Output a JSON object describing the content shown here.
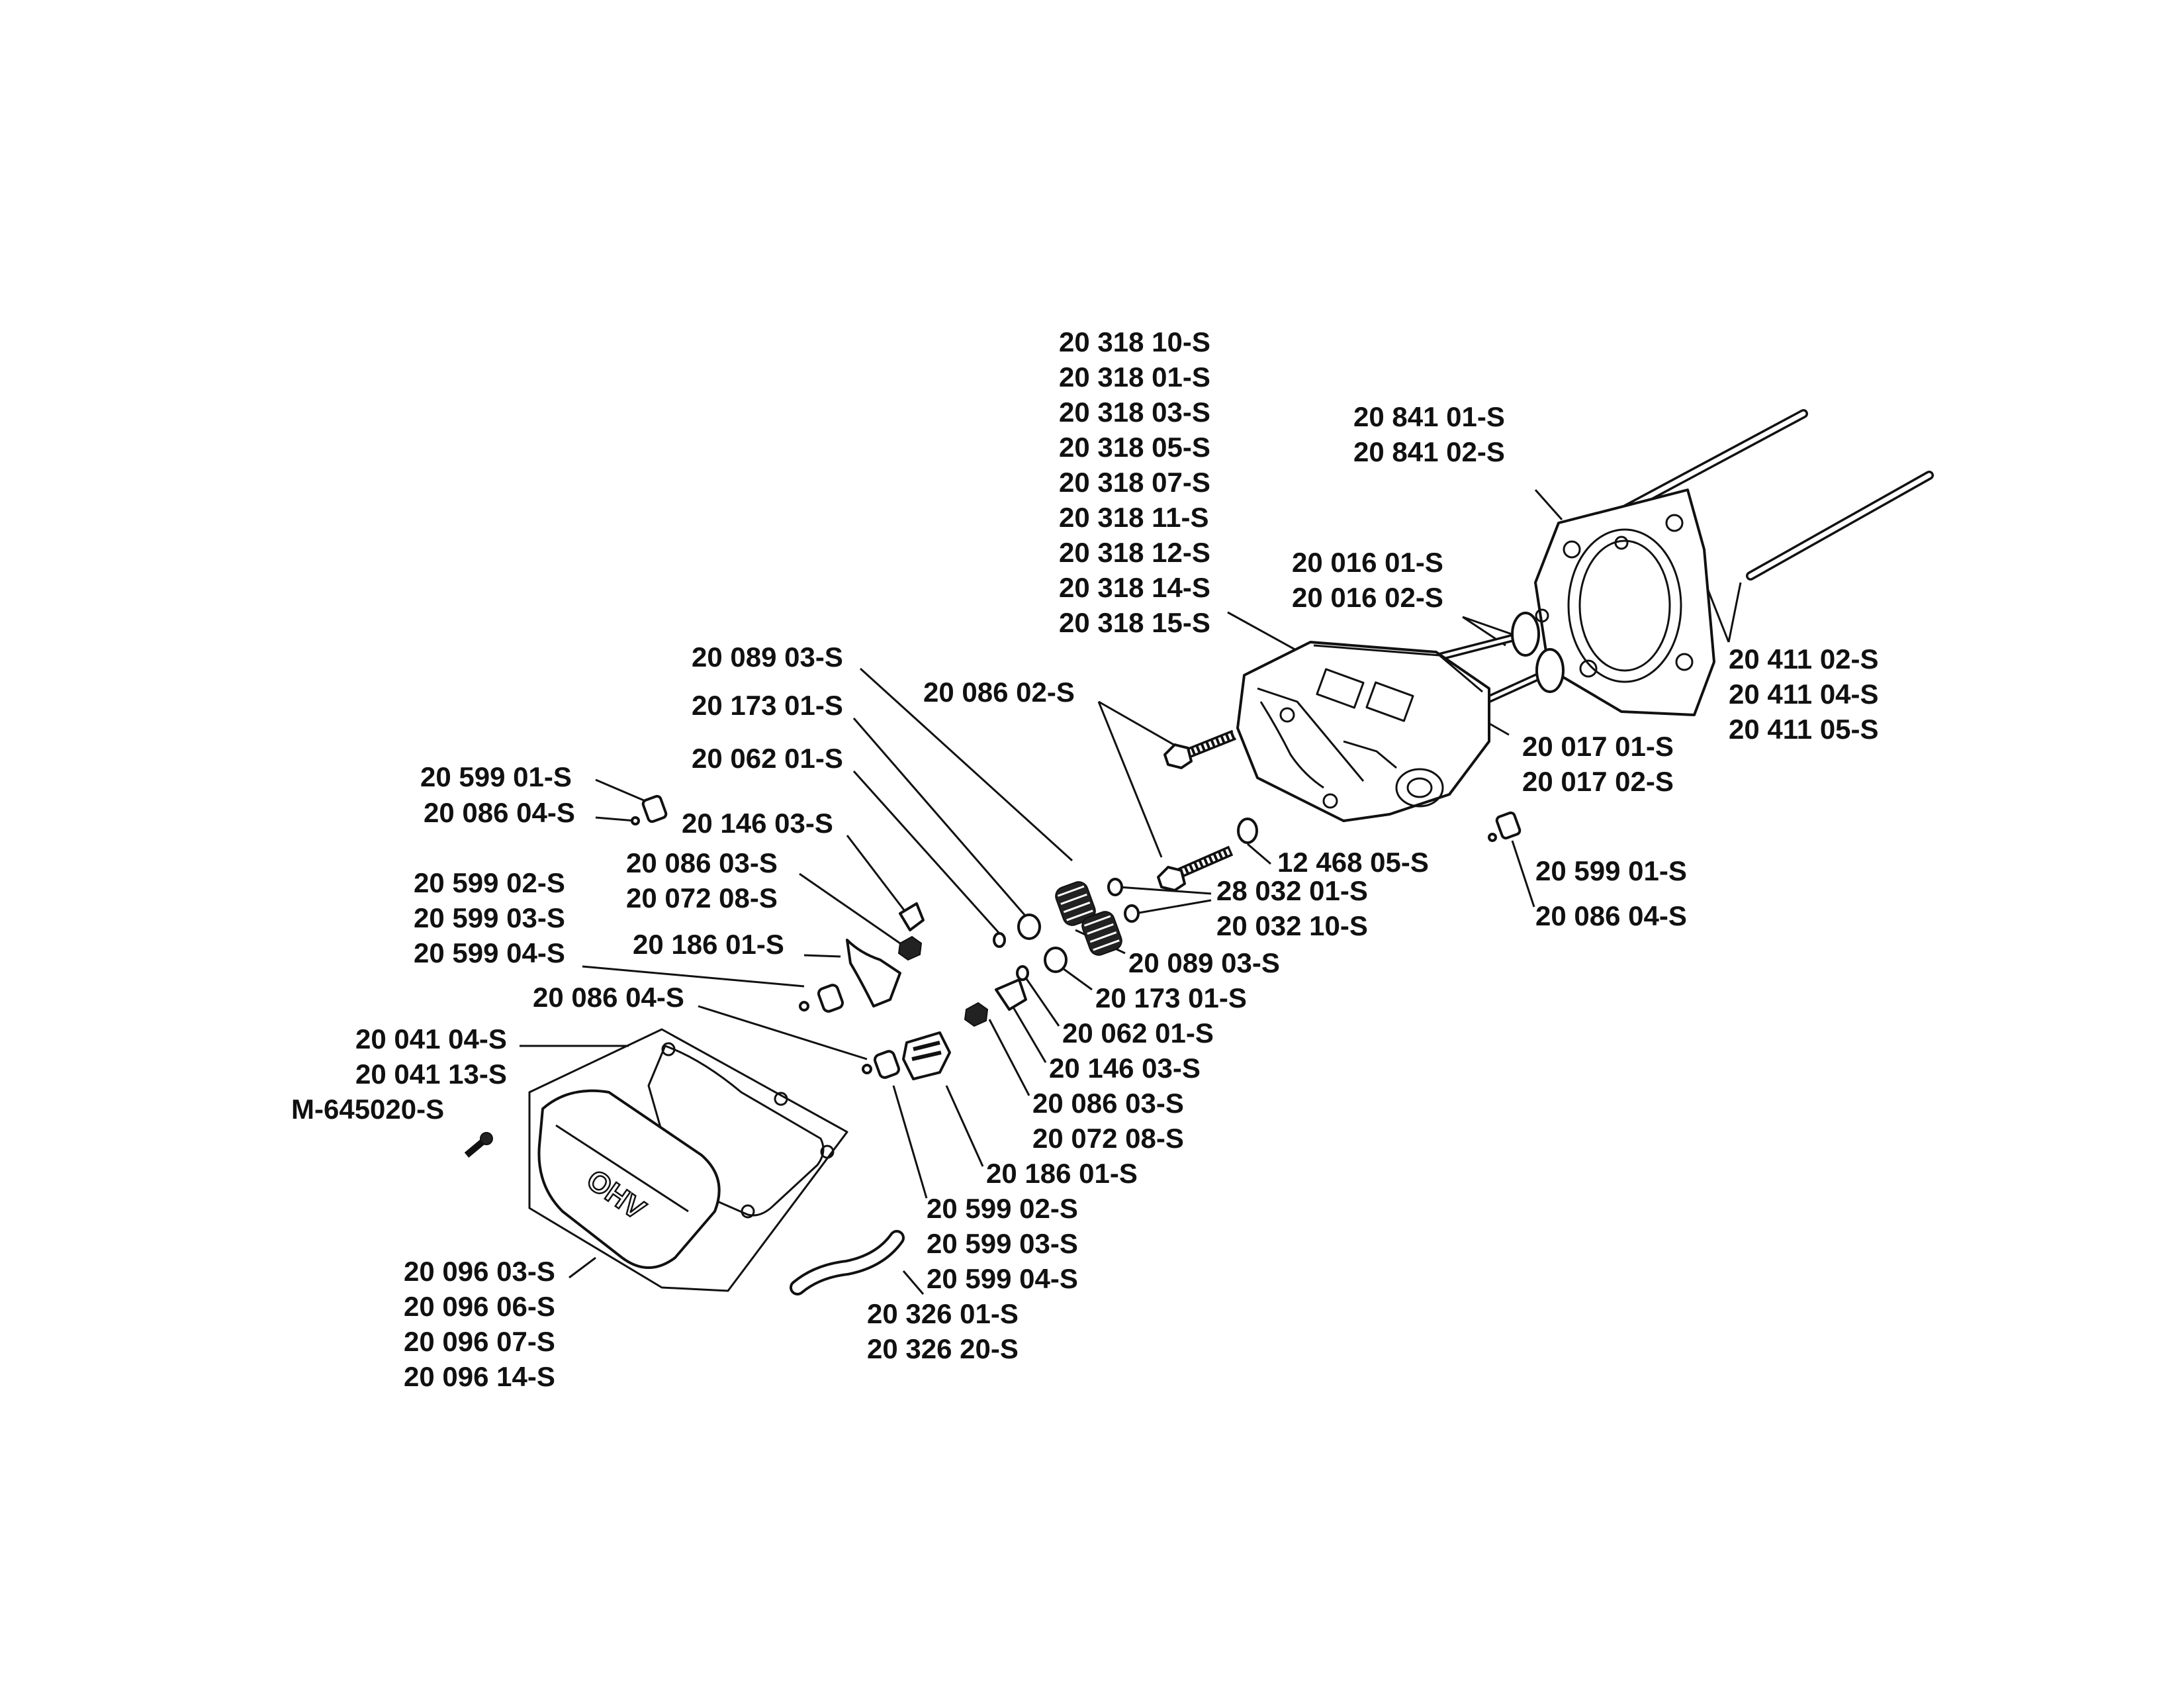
{
  "labels": {
    "head_group": [
      "20 318 10-S",
      "20 318 01-S",
      "20 318 03-S",
      "20 318 05-S",
      "20 318 07-S",
      "20 318 11-S",
      "20 318 12-S",
      "20 318 14-S",
      "20 318 15-S"
    ],
    "gasket_group": [
      "20 841 01-S",
      "20 841 02-S"
    ],
    "intake_valve": [
      "20 016 01-S",
      "20 016 02-S"
    ],
    "exhaust_valve": [
      "20 017 01-S",
      "20 017 02-S"
    ],
    "pushrods": [
      "20 411 02-S",
      "20 411 04-S",
      "20 411 05-S"
    ],
    "spring_top": "20 089 03-S",
    "retainer_top": "20 173 01-S",
    "keeper_top": "20 062 01-S",
    "head_bolt": "20 086 02-S",
    "washer": "12 468 05-S",
    "seal_a": "28 032 01-S",
    "seal_b": "20 032 10-S",
    "breather_left": [
      "20 599 01-S",
      "20 086 04-S"
    ],
    "rocker_stud_left": "20 146 03-S",
    "adjust_left": [
      "20 086 03-S",
      "20 072 08-S"
    ],
    "rocker_arm_left": "20 186 01-S",
    "pivot_left": [
      "20 599 02-S",
      "20 599 03-S",
      "20 599 04-S"
    ],
    "nut_left": "20 086 04-S",
    "cover_gasket": [
      "20 041 04-S",
      "20 041 13-S"
    ],
    "screw": "M-645020-S",
    "valve_cover": [
      "20 096 03-S",
      "20 096 06-S",
      "20 096 07-S",
      "20 096 14-S"
    ],
    "spring_bottom": "20 089 03-S",
    "retainer_bottom": "20 173 01-S",
    "keeper_bottom": "20 062 01-S",
    "rocker_stud_right": "20 146 03-S",
    "adjust_right": [
      "20 086 03-S",
      "20 072 08-S"
    ],
    "rocker_arm_right": "20 186 01-S",
    "pivot_right": [
      "20 599 02-S",
      "20 599 03-S",
      "20 599 04-S"
    ],
    "hose": [
      "20 326 01-S",
      "20 326 20-S"
    ],
    "breather_right": [
      "20 599 01-S",
      "20 086 04-S"
    ]
  },
  "cover_text": "OHV"
}
